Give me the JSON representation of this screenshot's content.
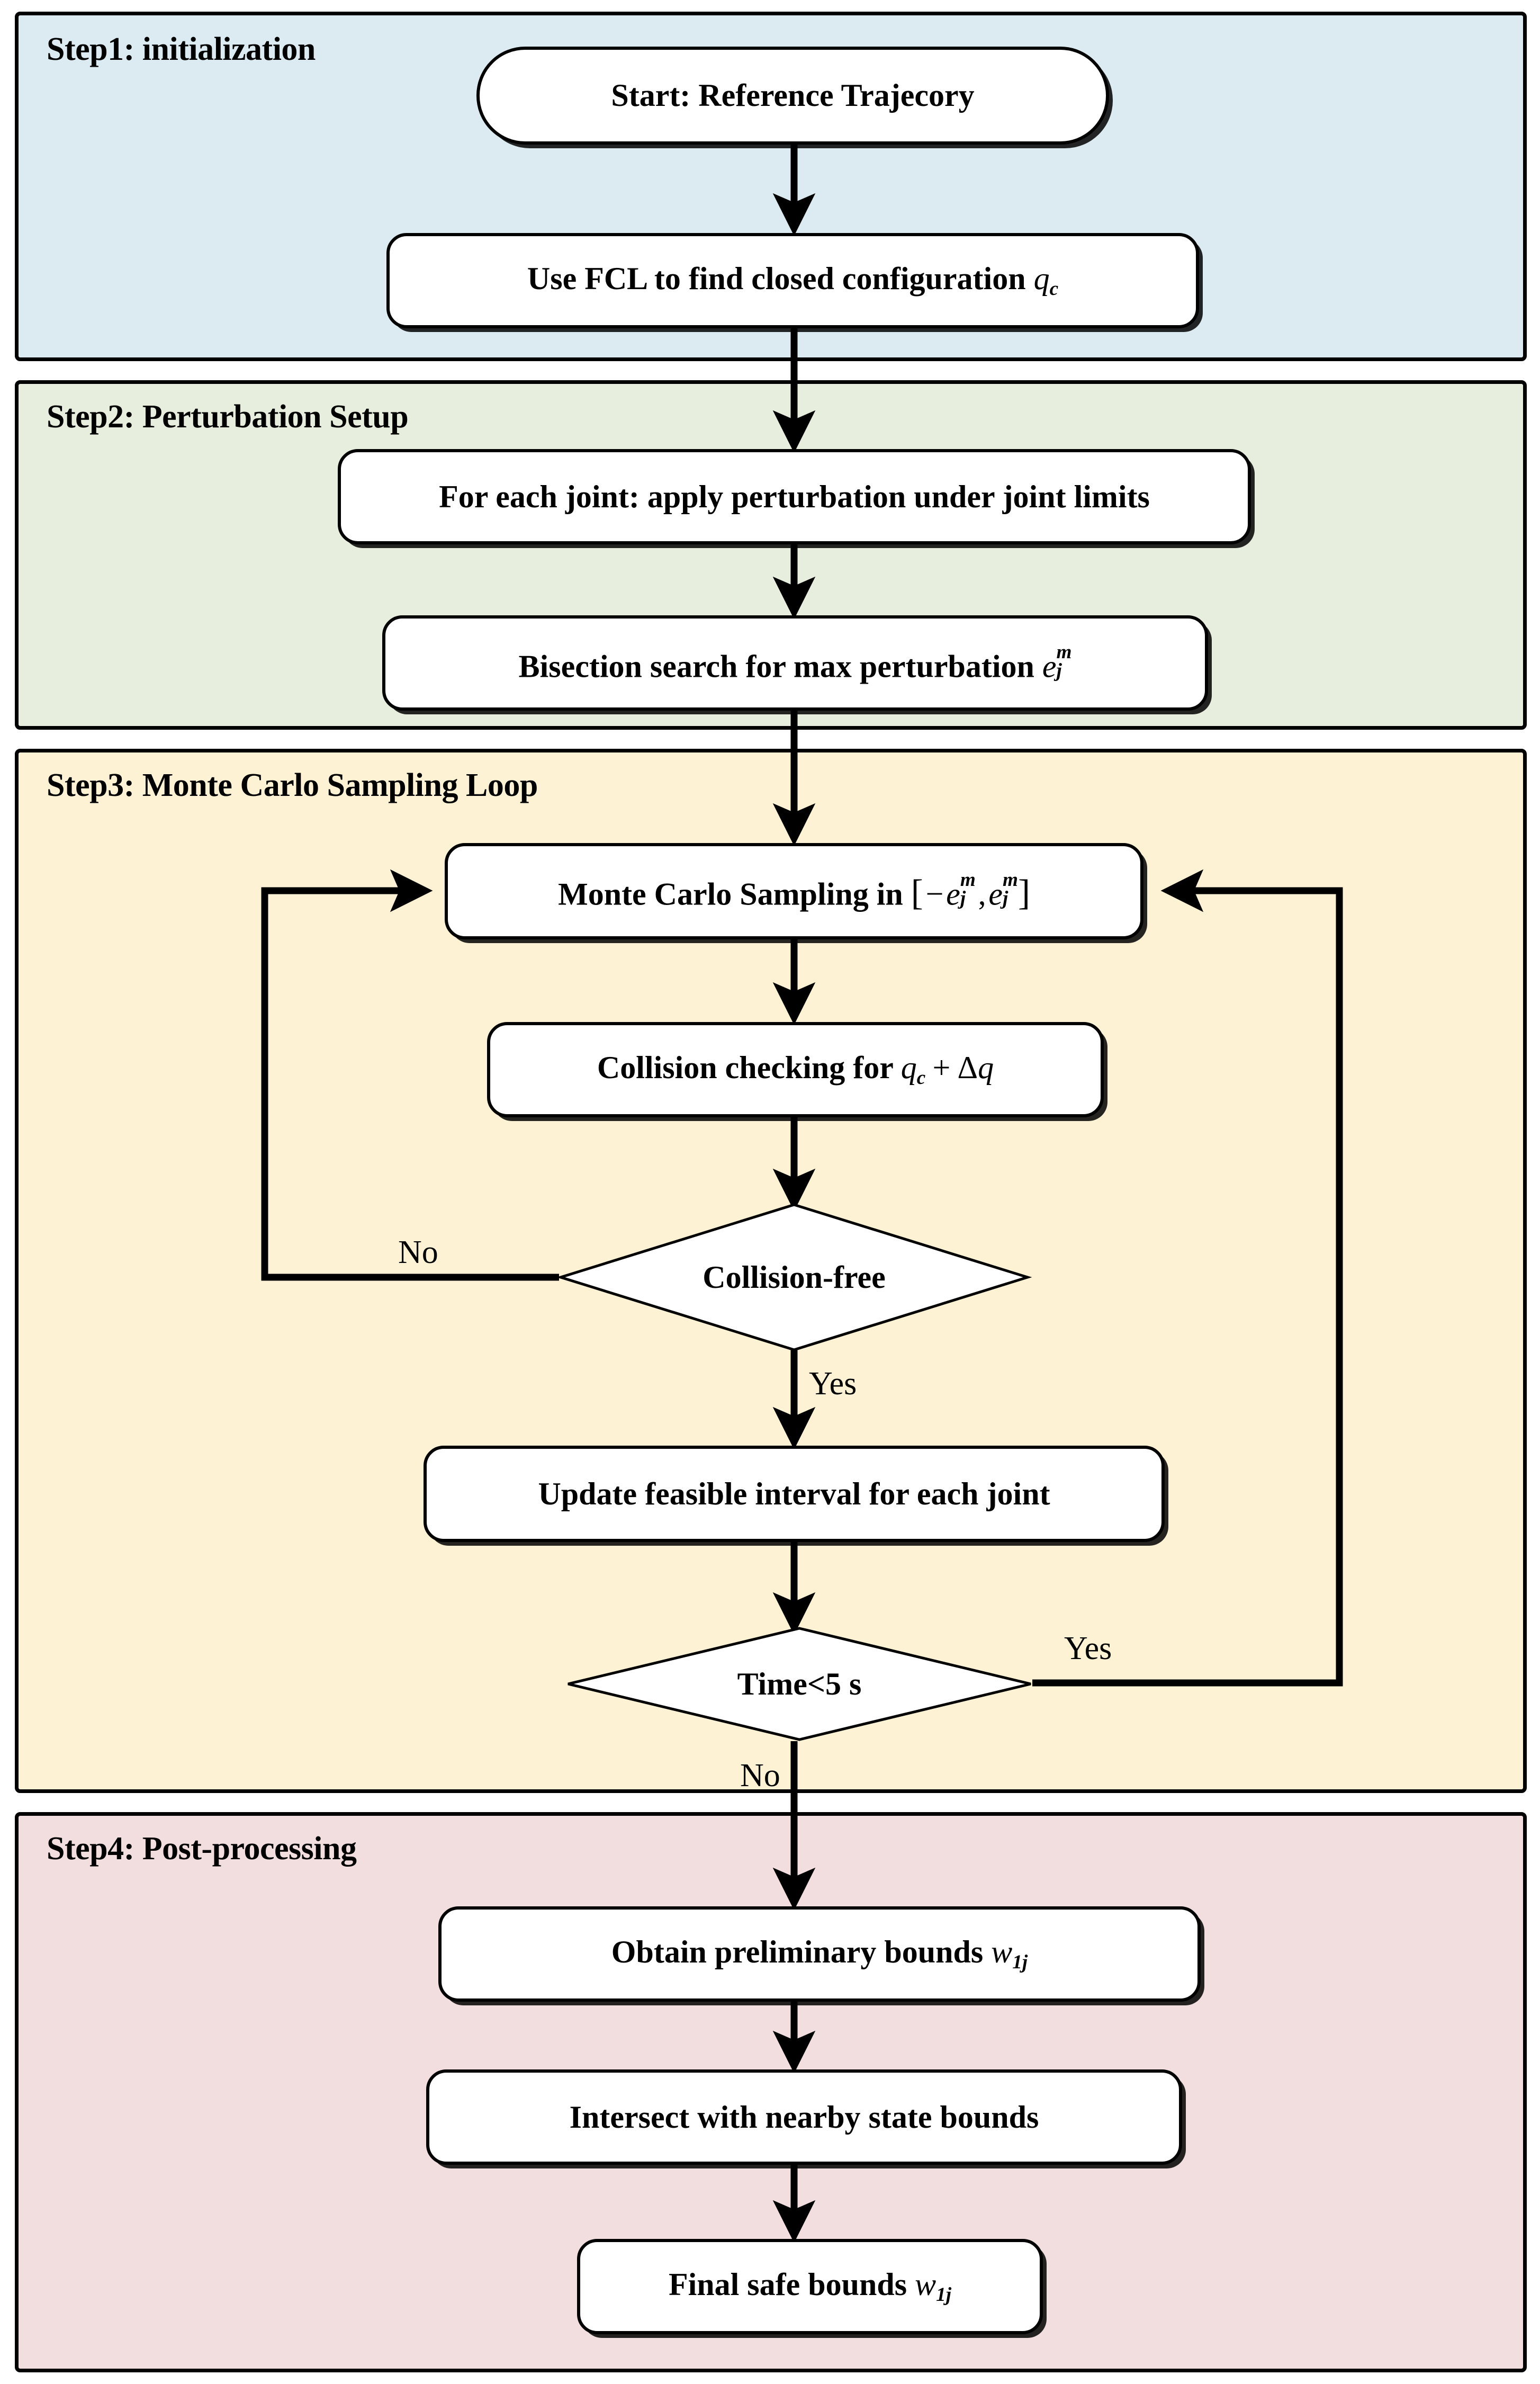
{
  "diagram": {
    "type": "flowchart",
    "title": "Monte Carlo safe-bound estimation pipeline",
    "background": "#FFFFFF",
    "line_color": "#000000"
  },
  "sections": [
    {
      "id": "step1",
      "title": "Step1: initialization",
      "color": "#DCEBF1"
    },
    {
      "id": "step2",
      "title": "Step2: Perturbation Setup",
      "color": "#E8EEDD"
    },
    {
      "id": "step3",
      "title": "Step3: Monte Carlo Sampling Loop",
      "color": "#FDF2D3"
    },
    {
      "id": "step4",
      "title": "Step4: Post-processing",
      "color": "#F2DEDE"
    }
  ],
  "nodes": [
    {
      "id": "start",
      "section": "step1",
      "shape": "terminator",
      "text": "Start: Reference Trajecory"
    },
    {
      "id": "fcl",
      "section": "step1",
      "shape": "process",
      "text": "Use FCL to find closed configuration q_c"
    },
    {
      "id": "perturb",
      "section": "step2",
      "shape": "process",
      "text": "For each joint: apply perturbation under joint limits"
    },
    {
      "id": "bisection",
      "section": "step2",
      "shape": "process",
      "text": "Bisection search for max perturbation e_j^m"
    },
    {
      "id": "sampling",
      "section": "step3",
      "shape": "process",
      "text": "Monte Carlo Sampling in [-e_j^m, e_j^m]"
    },
    {
      "id": "collisioncheck",
      "section": "step3",
      "shape": "process",
      "text": "Collision checking for q_c + Δq"
    },
    {
      "id": "collisionfree",
      "section": "step3",
      "shape": "decision",
      "text": "Collision-free"
    },
    {
      "id": "updateinterval",
      "section": "step3",
      "shape": "process",
      "text": "Update feasible interval for each joint"
    },
    {
      "id": "timecheck",
      "section": "step3",
      "shape": "decision",
      "text": "Time<5 s"
    },
    {
      "id": "prelimbounds",
      "section": "step4",
      "shape": "process",
      "text": "Obtain preliminary bounds w_1j"
    },
    {
      "id": "intersect",
      "section": "step4",
      "shape": "process",
      "text": "Intersect with nearby state bounds"
    },
    {
      "id": "finalbounds",
      "section": "step4",
      "shape": "process",
      "text": "Final safe bounds w_1j"
    }
  ],
  "edges": [
    {
      "from": "start",
      "to": "fcl",
      "label": ""
    },
    {
      "from": "fcl",
      "to": "perturb",
      "label": ""
    },
    {
      "from": "perturb",
      "to": "bisection",
      "label": ""
    },
    {
      "from": "bisection",
      "to": "sampling",
      "label": ""
    },
    {
      "from": "sampling",
      "to": "collisioncheck",
      "label": ""
    },
    {
      "from": "collisioncheck",
      "to": "collisionfree",
      "label": ""
    },
    {
      "from": "collisionfree",
      "to": "sampling",
      "label": "No"
    },
    {
      "from": "collisionfree",
      "to": "updateinterval",
      "label": "Yes"
    },
    {
      "from": "updateinterval",
      "to": "timecheck",
      "label": ""
    },
    {
      "from": "timecheck",
      "to": "sampling",
      "label": "Yes"
    },
    {
      "from": "timecheck",
      "to": "prelimbounds",
      "label": "No"
    },
    {
      "from": "prelimbounds",
      "to": "intersect",
      "label": ""
    },
    {
      "from": "intersect",
      "to": "finalbounds",
      "label": ""
    }
  ],
  "labels": {
    "step1_title": "Step1: initialization",
    "step2_title": "Step2: Perturbation Setup",
    "step3_title": "Step3: Monte Carlo Sampling Loop",
    "step4_title": "Step4: Post-processing",
    "start_text": "Start: Reference Trajecory",
    "fcl_prefix": "Use FCL to find closed configuration ",
    "fcl_var_base": "q",
    "fcl_var_sub": "c",
    "perturb_text": "For each joint: apply perturbation under joint limits",
    "bisection_prefix": "Bisection search for max perturbation ",
    "bisection_var_base": "e",
    "bisection_var_sup": "m",
    "bisection_var_sub": "j",
    "sampling_prefix": "Monte Carlo Sampling in ",
    "sampling_open": "[",
    "sampling_minus": "−",
    "sampling_var_base": "e",
    "sampling_var_sup": "m",
    "sampling_var_sub": "j",
    "sampling_comma": ",",
    "sampling_close": "]",
    "collision_prefix": "Collision checking for ",
    "collision_var_base": "q",
    "collision_var_sub": "c",
    "collision_plus": "+",
    "collision_delta": "Δ",
    "collision_q": "q",
    "collisionfree_text": "Collision-free",
    "update_text": "Update feasible interval for each joint",
    "timecheck_text": "Time<5 s",
    "prelim_prefix": "Obtain preliminary bounds ",
    "prelim_var_base": "w",
    "prelim_var_sub": "1j",
    "intersect_text": "Intersect with nearby state bounds",
    "final_prefix": "Final safe bounds ",
    "final_var_base": "w",
    "final_var_sub": "1j",
    "edge_no_1": "No",
    "edge_yes_1": "Yes",
    "edge_yes_2": "Yes",
    "edge_no_2": "No"
  }
}
